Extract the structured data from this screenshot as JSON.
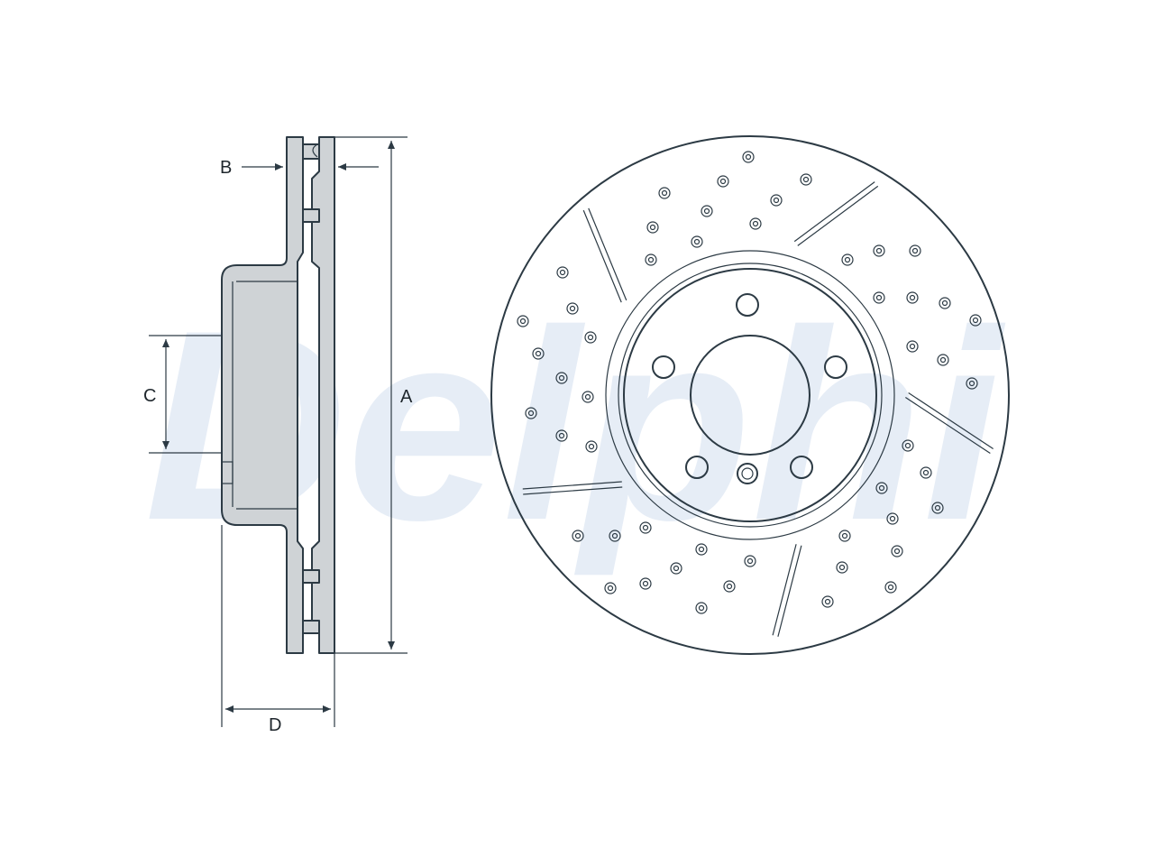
{
  "watermark": "Delphi",
  "labels": {
    "a": "A",
    "b": "B",
    "c": "C",
    "d": "D"
  },
  "colors": {
    "stroke": "#2c3a44",
    "metal": "#cfd3d6",
    "watermark": "#e6edf6"
  }
}
